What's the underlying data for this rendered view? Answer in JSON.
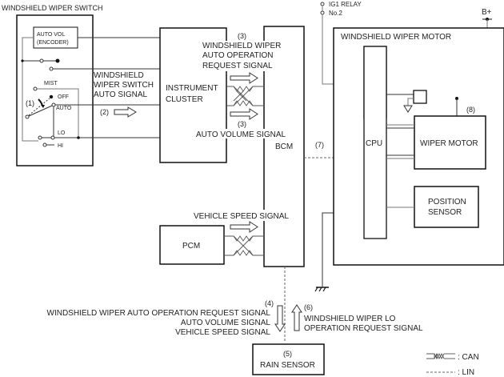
{
  "diagram": {
    "switch": {
      "title": "WINDSHIELD WIPER SWITCH",
      "encoder_line1": "AUTO VOL",
      "encoder_line2": "(ENCODER)",
      "pos_mist": "MIST",
      "pos_off": "OFF",
      "pos_auto": "AUTO",
      "pos_lo": "LO",
      "pos_hi": "HI",
      "callout_1": "(1)"
    },
    "switch_signal": {
      "line1": "WINDSHIELD",
      "line2": "WIPER SWITCH",
      "line3": "AUTO SIGNAL",
      "callout_2": "(2)"
    },
    "instrument_cluster": {
      "line1": "INSTRUMENT",
      "line2": "CLUSTER"
    },
    "can_signal_top": {
      "callout": "(3)",
      "line1": "WINDSHIELD WIPER",
      "line2": "AUTO OPERATION",
      "line3": "REQUEST SIGNAL"
    },
    "can_signal_bottom": {
      "callout": "(3)",
      "label": "AUTO VOLUME SIGNAL"
    },
    "bcm": {
      "label": "BCM"
    },
    "lin_callout_7": "(7)",
    "pcm": {
      "label": "PCM"
    },
    "vehicle_speed_signal": "VEHICLE SPEED SIGNAL",
    "relay": {
      "line1": "IG1 RELAY",
      "line2": "No.2"
    },
    "battery": "B+",
    "motor": {
      "title": "WINDSHIELD WIPER MOTOR",
      "cpu": "CPU",
      "wiper_motor": "WIPER MOTOR",
      "position_sensor_line1": "POSITION",
      "position_sensor_line2": "SENSOR",
      "callout_8": "(8)"
    },
    "rain_sensor_signals_down": {
      "callout": "(4)",
      "lines": [
        "WINDSHIELD WIPER AUTO OPERATION REQUEST SIGNAL",
        "AUTO VOLUME SIGNAL",
        "VEHICLE SPEED SIGNAL"
      ]
    },
    "rain_sensor_signals_up": {
      "callout": "(6)",
      "line1": "WINDSHIELD WIPER LO",
      "line2": "OPERATION REQUEST SIGNAL"
    },
    "rain_sensor": {
      "callout": "(5)",
      "label": "RAIN SENSOR"
    },
    "legend": {
      "can": ": CAN",
      "lin": ": LIN"
    }
  }
}
